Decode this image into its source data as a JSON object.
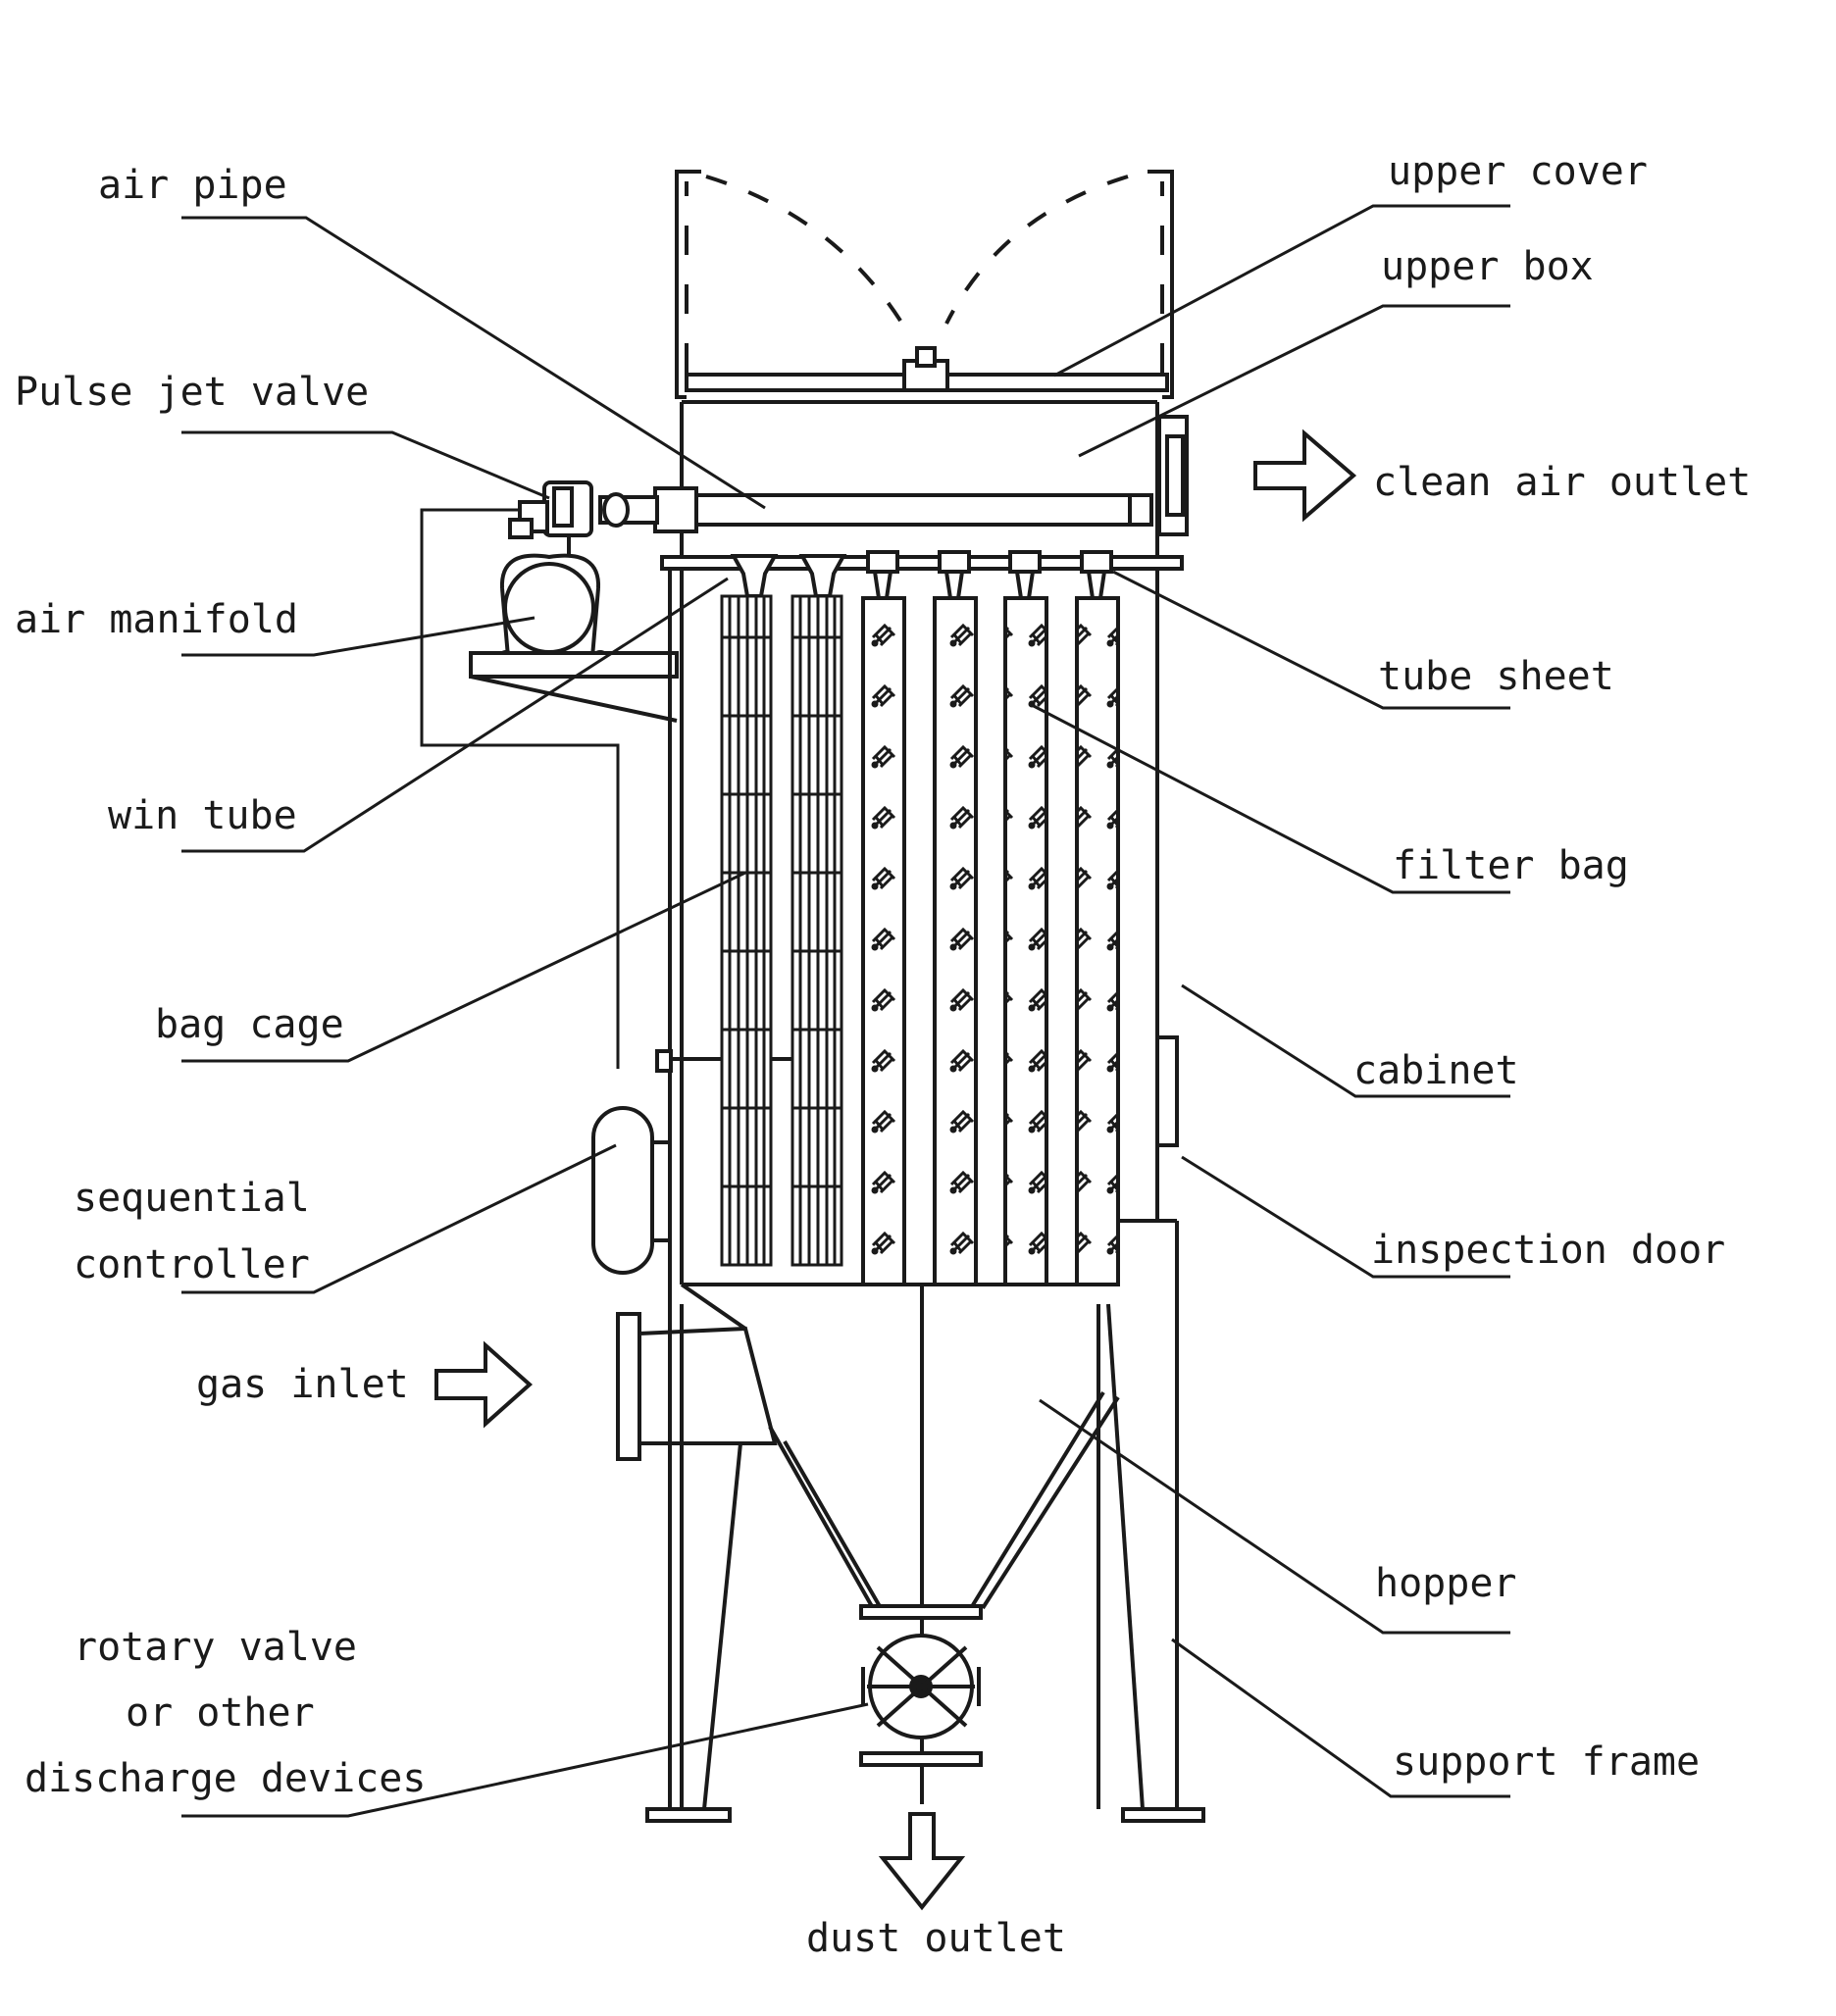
{
  "diagram": {
    "title": "",
    "labels": {
      "air_pipe": "air pipe",
      "pulse_jet_valve": "Pulse jet valve",
      "air_manifold": "air manifold",
      "win_tube": "win tube",
      "bag_cage": "bag cage",
      "sequential_controller_1": "sequential",
      "sequential_controller_2": "controller",
      "gas_inlet": "gas inlet",
      "rotary_valve_1": "rotary valve",
      "rotary_valve_2": "or other",
      "rotary_valve_3": "discharge devices",
      "dust_outlet": "dust outlet",
      "upper_cover": "upper cover",
      "upper_box": "upper box",
      "clean_air_outlet": "clean air outlet",
      "tube_sheet": "tube sheet",
      "filter_bag": "filter bag",
      "cabinet": "cabinet",
      "inspection_door": "inspection door",
      "hopper": "hopper",
      "support_frame": "support frame"
    }
  }
}
